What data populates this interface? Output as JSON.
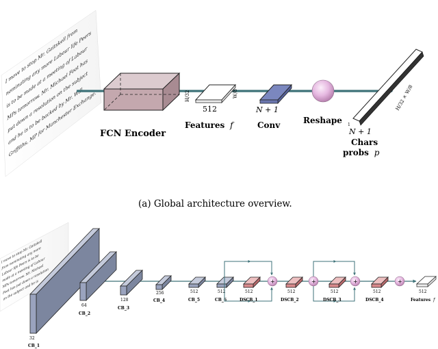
{
  "panel_a": {
    "caption": "(a) Global architecture overview.",
    "handwriting_lines": [
      "I move to stop Mr. Gaitskell from",
      "nominating any more Labour life Peers",
      "is to be made at a meeting of Labour",
      "MPs tomorrow. Mr. Michael Foot has",
      "put down a resolution on the subject",
      "and he is to be backed by Mr. Will",
      "Griffiths, MP for Manchester Exchange."
    ],
    "encoder": {
      "label": "FCN Encoder"
    },
    "features": {
      "width_label": "512",
      "side_label": "H/32",
      "depth_label": "W/8",
      "name_label": "Features",
      "symbol": "f"
    },
    "conv": {
      "label": "Conv",
      "dim_label": "N + 1"
    },
    "reshape": {
      "label": "Reshape"
    },
    "output": {
      "dim_label": "N + 1",
      "length_label": "H/32 × W/8",
      "line1": "Chars",
      "line2_prefix": "probs",
      "line2_symbol": "p",
      "tick": "1"
    }
  },
  "panel_b": {
    "handwriting_lines": [
      "I move to stop Mr. Gaitskell",
      "from nominating any more",
      "Labour life Peers is to be",
      "made at a meeting of Labour",
      "MPs tomorrow. Mr. Michael",
      "Foot has put down a resolution",
      "on the subject and he is"
    ],
    "blocks": [
      {
        "name": "CB_1",
        "channels": "32"
      },
      {
        "name": "CB_2",
        "channels": "64"
      },
      {
        "name": "CB_3",
        "channels": "128"
      },
      {
        "name": "CB_4",
        "channels": "256"
      },
      {
        "name": "CB_5",
        "channels": "512"
      },
      {
        "name": "CB_6",
        "channels": "512"
      },
      {
        "name": "DSCB_1",
        "channels": "512"
      },
      {
        "name": "DSCB_2",
        "channels": "512"
      },
      {
        "name": "DSCB_3",
        "channels": "512"
      },
      {
        "name": "DSCB_4",
        "channels": "512"
      }
    ],
    "features": {
      "channels": "512",
      "name_label": "Features",
      "symbol": "f"
    },
    "add_symbol": "+"
  },
  "colors": {
    "arrow": "#3d7278",
    "encoder_face": "#c4a8ae",
    "block_face": "#9aa3be",
    "conv_face": "#7b87bf",
    "dscb_face": "#d98a8c",
    "sphere": "#e6b9e1"
  }
}
